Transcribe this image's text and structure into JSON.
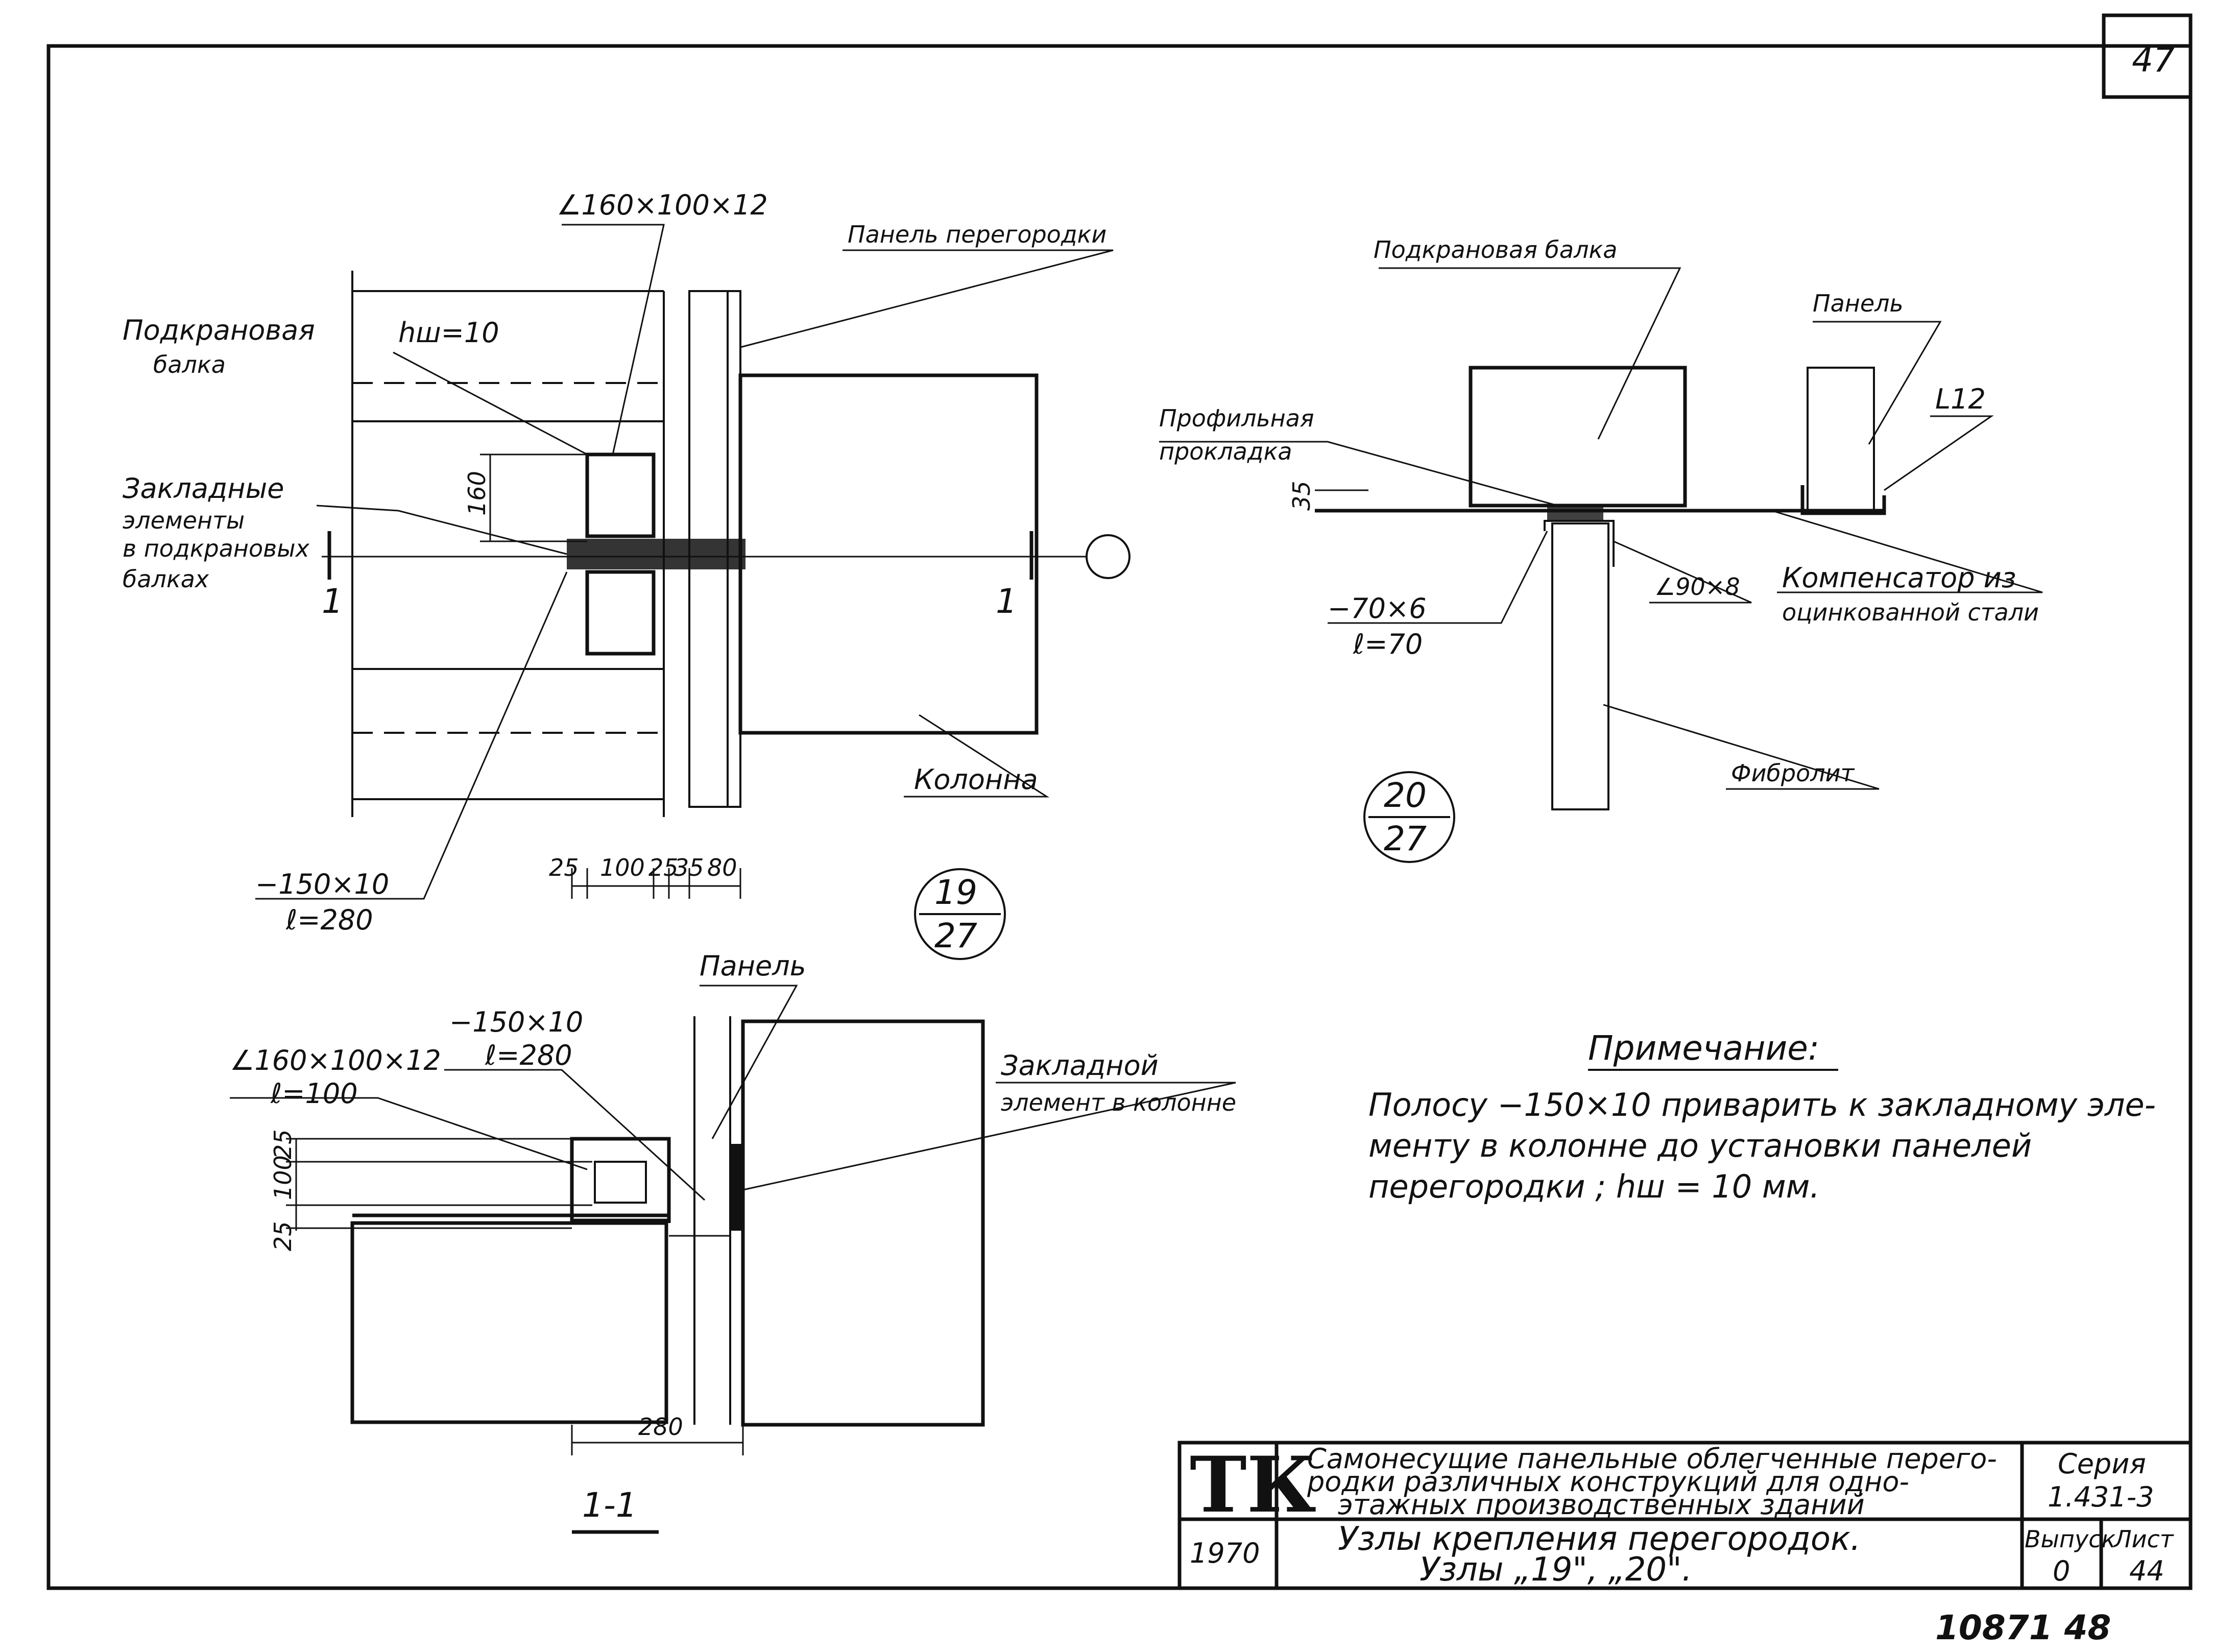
{
  "sheet": {
    "number": "47",
    "footer": "10871   48"
  },
  "node19": {
    "angle": "∠160×100×12",
    "panel": "Панель перегородки",
    "hw": "hш=10",
    "crane_beam_1": "Подкрановая",
    "crane_beam_2": "балка",
    "embedded_1": "Закладные",
    "embedded_2": "элементы",
    "embedded_3": "в подкрановых",
    "embedded_4": "балках",
    "dim_160": "160",
    "strip_1": "−150×10",
    "strip_2": "ℓ=280",
    "column": "Колонна",
    "dims": [
      "25",
      "100",
      "25",
      "35",
      "80"
    ],
    "cut": "1",
    "mark_top": "19",
    "mark_bottom": "27"
  },
  "node20": {
    "crane_beam": "Подкрановая балка",
    "panel": "Панель",
    "angle_l12": "L12",
    "profile_1": "Профильная",
    "profile_2": "прокладка",
    "dim_35": "35",
    "angle_90": "∠90×8",
    "plate_1": "−70×6",
    "plate_2": "ℓ=70",
    "compensator_1": "Компенсатор из",
    "compensator_2": "оцинкованной стали",
    "fibrolite": "Фибролит",
    "mark_top": "20",
    "mark_bottom": "27"
  },
  "section11": {
    "panel": "Панель",
    "strip_1": "−150×10",
    "strip_2": "ℓ=280",
    "angle_1": "∠160×100×12",
    "angle_2": "ℓ=100",
    "embedded_1": "Закладной",
    "embedded_2": "элемент в колонне",
    "dims": [
      "25",
      "100",
      "25"
    ],
    "dim_280": "280",
    "title": "1-1"
  },
  "note": {
    "heading": "Примечание:",
    "lines": [
      "Полосу −150×10 приварить к закладному эле-",
      "менту в колонне до установки панелей",
      "перегородки ;  hш = 10 мм."
    ]
  },
  "titleblock": {
    "logo": "ТК",
    "year": "1970",
    "desc": [
      "Самонесущие панельные облегченные перего-",
      "родки различных конструкций для одно-",
      "этажных производственных зданий"
    ],
    "series_label": "Серия",
    "series_value": "1.431-3",
    "title_1": "Узлы крепления перегородок.",
    "title_2": "Узлы „19\", „20\".",
    "issue_label": "Выпуск",
    "issue_value": "0",
    "sheet_label": "Лист",
    "sheet_value": "44"
  }
}
